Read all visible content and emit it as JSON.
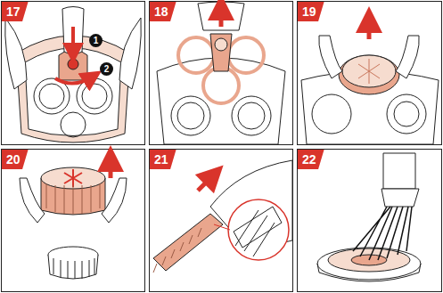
{
  "diagram": {
    "labels": [
      "17",
      "1",
      "2",
      "18",
      "19",
      "20",
      "21",
      "22"
    ]
  }
}
